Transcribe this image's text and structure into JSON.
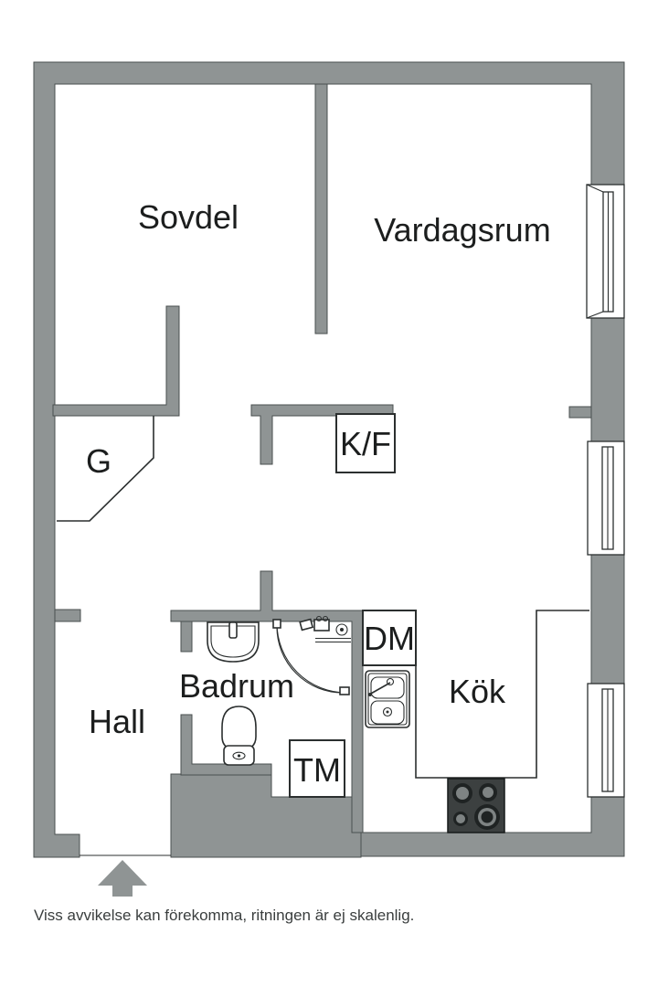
{
  "rooms": {
    "sovdel": "Sovdel",
    "vardagsrum": "Vardagsrum",
    "garderob": "G",
    "hall": "Hall",
    "badrum": "Badrum",
    "kok": "Kök"
  },
  "appliances": {
    "kf": "K/F",
    "dm": "DM",
    "tm": "TM"
  },
  "footer": {
    "disclaimer": "Viss avvikelse kan förekomma, ritningen är ej skalenlig."
  },
  "icons": [
    "entrance-arrow-icon",
    "window-icon",
    "bath-sink-icon",
    "toilet-icon",
    "shower-icon",
    "kitchen-sink-icon",
    "stove-icon"
  ],
  "colors": {
    "wall": "#8F9494",
    "wall_outline": "#4A4F4F",
    "line": "#2B2F2F",
    "text": "#1C1E1E",
    "footer_text": "#3A3E3E",
    "stove_body": "#3C4040",
    "burner_dark": "#1F2323",
    "burner_gray": "#7E8383",
    "background": "#FFFFFF"
  }
}
